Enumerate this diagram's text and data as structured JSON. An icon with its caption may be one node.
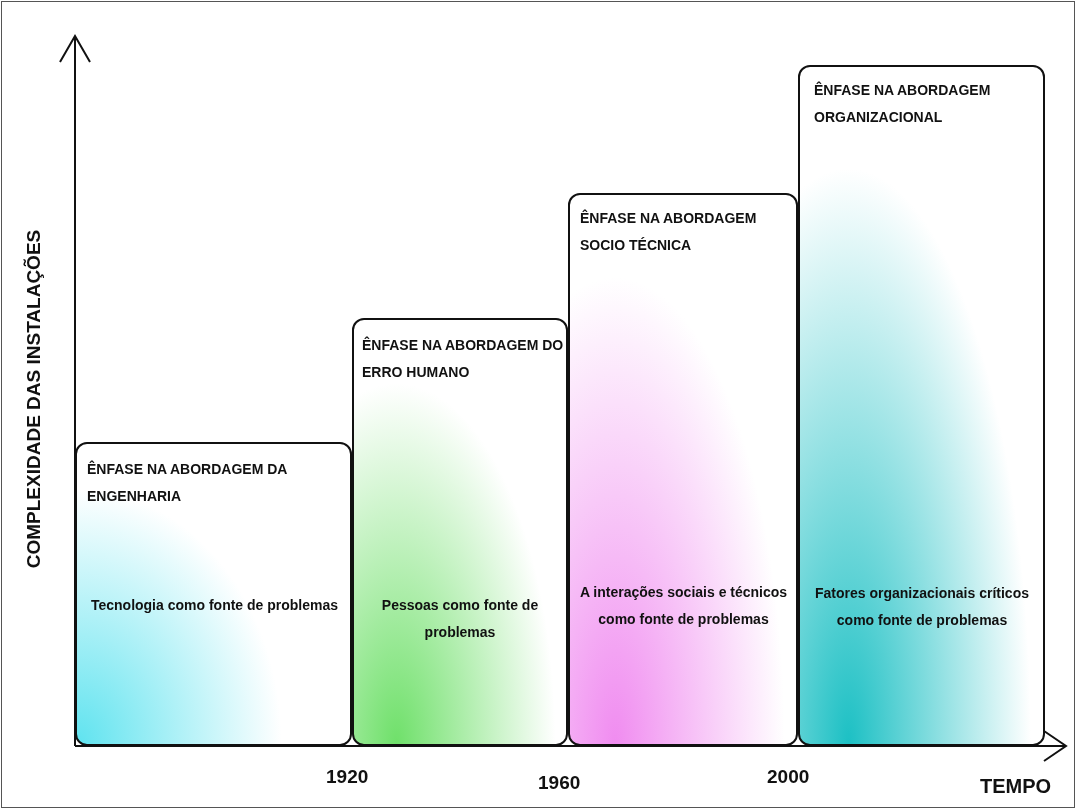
{
  "diagram": {
    "nodes": [
      {
        "text": [
          "ÊNFASE NA ABORDAGEM DA ENGENHARIA",
          "Tecnologia como fonte de problemas"
        ]
      },
      {
        "text": [
          "ÊNFASE NA ABORDAGEM DO ERRO HUMANO",
          "Pessoas como fonte de problemas"
        ]
      },
      {
        "text": [
          "ÊNFASE NA ABORDAGEM SOCIO TÉCNICA",
          "A interações sociais e técnicos como fonte de problemas"
        ]
      },
      {
        "text": [
          "ÊNFASE NA ABORDAGEM ORGANIZACIONAL",
          "Fatores organizacionais críticos como fonte de problemas"
        ]
      }
    ],
    "edges": [],
    "labels": [
      "COMPLEXIDADE DAS INSTALAÇÕES",
      "1920",
      "1960",
      "2000",
      "TEMPO"
    ]
  }
}
